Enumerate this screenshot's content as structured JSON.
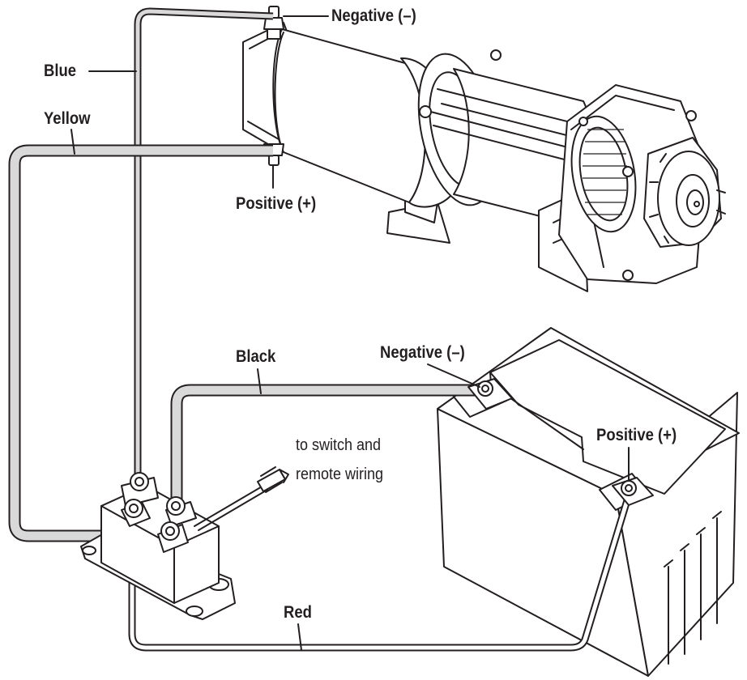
{
  "labels": {
    "winch_negative": "Negative (–)",
    "winch_positive": "Positive (+)",
    "blue": "Blue",
    "yellow": "Yellow",
    "black": "Black",
    "battery_negative": "Negative (–)",
    "battery_positive": "Positive (+)",
    "red": "Red",
    "switch_note_line1": "to switch and",
    "switch_note_line2": "remote wiring"
  },
  "colors": {
    "ink": "#231f20",
    "cable_fill": "#d9d9d9",
    "background": "#ffffff"
  }
}
